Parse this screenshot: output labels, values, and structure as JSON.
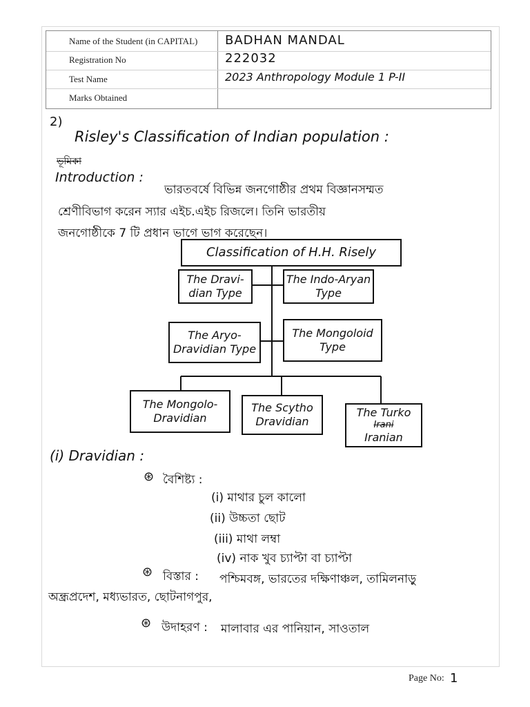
{
  "header": {
    "labels": {
      "name": "Name of the Student (in CAPITAL)",
      "reg": "Registration No",
      "test": "Test Name",
      "marks": "Marks Obtained"
    },
    "values": {
      "name": "BADHAN MANDAL",
      "reg": "222032",
      "test": "2023 Anthropology Module 1 P-II",
      "marks": ""
    }
  },
  "answer": {
    "qnum": "2)",
    "title": "Risley's Classification of Indian population :",
    "struck_word": "ভূমিকা",
    "intro_label": "Introduction :",
    "intro_lines": [
      "ভারতবর্ষে বিভিন্ন জনগোষ্ঠীর প্রথম বিজ্ঞানসম্মত",
      "শ্রেণীবিভাগ করেন স্যার এইচ.এইচ রিজলে। তিনি ভারতীয়",
      "জনগোষ্ঠীকে 7 টি প্রধান ভাগে ভাগ করেছেন।"
    ]
  },
  "diagram": {
    "root": "Classification of H.H. Risely",
    "nodes": [
      "The Dravi-dian Type",
      "The Indo-Aryan Type",
      "The Aryo-Dravidian Type",
      "The Mongoloid Type",
      "The Mongolo-Dravidian",
      "The Scytho Dravidian",
      "The Turko",
      "Irani",
      "Iranian"
    ]
  },
  "section": {
    "heading": "(i) Dravidian :",
    "features_label": "বৈশিষ্ট্য :",
    "features": [
      "(i) মাথার চুল কালো",
      "(ii) উচ্চতা ছোট",
      "(iii) মাথা লম্বা",
      "(iv) নাক খুব চ্যাপ্টা বা চ্যাপ্টা"
    ],
    "distribution_label": "বিস্তার :",
    "distribution_line1": "পশ্চিমবঙ্গ, ভারতের দক্ষিণাঞ্চল, তামিলনাড়ু",
    "distribution_line2": "অন্ধ্রপ্রদেশ, মধ্যভারত, ছোটনাগপুর,",
    "example_label": "উদাহরণ :",
    "example_text": "মালাবার এর পানিয়ান, সাওতাল"
  },
  "footer": {
    "page_label": "Page No:",
    "page_number": "1"
  }
}
